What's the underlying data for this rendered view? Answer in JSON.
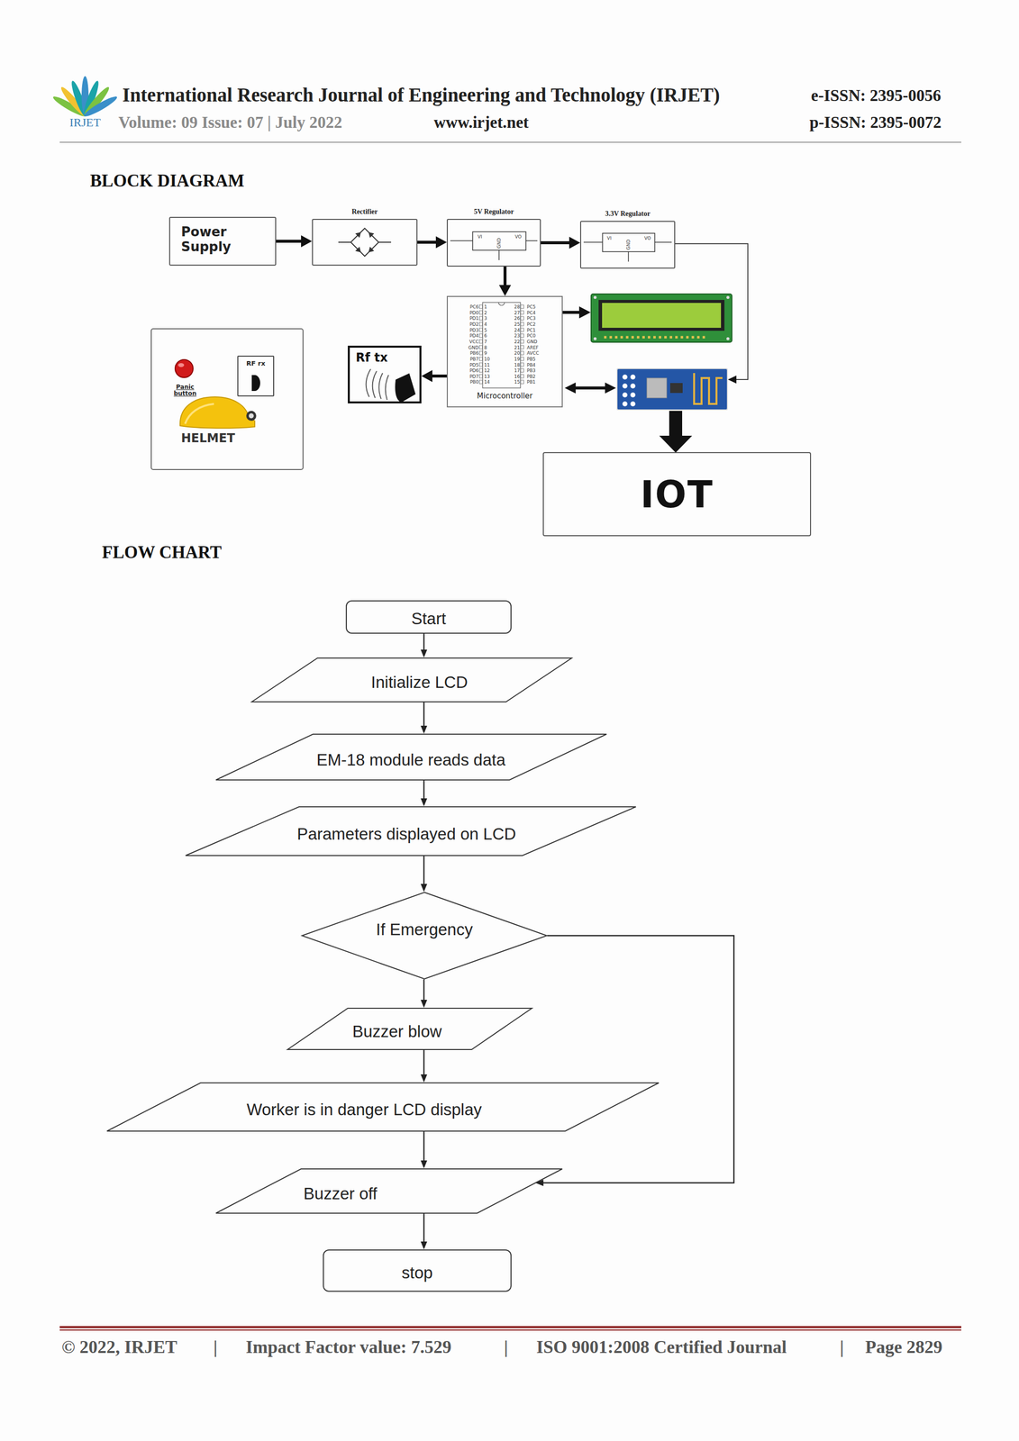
{
  "diagram": {
    "nodes": [
      {
        "text": [
          "Power Supply"
        ]
      },
      {
        "text": [
          "Rectifier"
        ]
      },
      {
        "text": [
          "5V Regulator"
        ]
      },
      {
        "text": [
          "3.3V Regulator"
        ]
      },
      {
        "text": [
          "Panic button",
          "HELMET"
        ]
      },
      {
        "text": [
          "RF rx"
        ],
        "in": 4
      },
      {
        "text": [
          "Rf tx"
        ]
      },
      {
        "text": [
          "Microcontroller"
        ]
      },
      {
        "text": [
          "IOT"
        ]
      },
      {
        "text": [
          "Start"
        ]
      },
      {
        "text": [
          "Initialize LCD"
        ]
      },
      {
        "text": [
          "EM-18 module reads data"
        ]
      },
      {
        "text": [
          "Parameters displayed on LCD"
        ]
      },
      {
        "text": [
          "If Emergency"
        ]
      },
      {
        "text": [
          "Buzzer blow"
        ]
      },
      {
        "text": [
          "Worker is in danger LCD display"
        ]
      },
      {
        "text": [
          "Buzzer off"
        ]
      },
      {
        "text": [
          "stop"
        ]
      }
    ],
    "edges": [
      {
        "from": 0,
        "to": 1,
        "arrow": "to"
      },
      {
        "from": 1,
        "to": 2,
        "arrow": "to"
      },
      {
        "from": 2,
        "to": 3,
        "arrow": "to"
      },
      {
        "from": 2,
        "to": 7,
        "arrow": "to"
      },
      {
        "from": 7,
        "to": 6,
        "arrow": "to"
      },
      {
        "from": 9,
        "to": 10,
        "arrow": "to"
      },
      {
        "from": 10,
        "to": 11,
        "arrow": "to"
      },
      {
        "from": 11,
        "to": 12,
        "arrow": "to"
      },
      {
        "from": 12,
        "to": 13,
        "arrow": "to"
      },
      {
        "from": 13,
        "to": 14,
        "arrow": "to"
      },
      {
        "from": 14,
        "to": 15,
        "arrow": "to"
      },
      {
        "from": 15,
        "to": 16,
        "arrow": "to"
      },
      {
        "from": 13,
        "to": 16,
        "arrow": "to"
      },
      {
        "from": 16,
        "to": 17,
        "arrow": "to"
      }
    ],
    "labels": [
      "IRJET",
      "International Research Journal of Engineering and Technology (IRJET)",
      "Volume: 09 Issue: 07 | July 2022",
      "www.irjet.net",
      "e-ISSN: 2395-0056",
      "p-ISSN: 2395-0072",
      "BLOCK DIAGRAM",
      "VI",
      "VO",
      "GND",
      "VI",
      "VO",
      "GND",
      "PC6",
      "1",
      "28",
      "PC5",
      "PD0",
      "2",
      "27",
      "PC4",
      "PD1",
      "3",
      "26",
      "PC3",
      "PD2",
      "4",
      "25",
      "PC2",
      "PD3",
      "5",
      "24",
      "PC1",
      "PD4",
      "6",
      "23",
      "PC0",
      "VCC",
      "7",
      "22",
      "GND",
      "GND",
      "8",
      "21",
      "AREF",
      "PB6",
      "9",
      "20",
      "AVCC",
      "PB7",
      "10",
      "19",
      "PB5",
      "PD5",
      "11",
      "18",
      "PB4",
      "PD6",
      "12",
      "17",
      "PB3",
      "PD7",
      "13",
      "16",
      "PB2",
      "PB0",
      "14",
      "15",
      "PB1",
      "FLOW CHART",
      "© 2022, IRJET",
      "|",
      "Impact Factor value: 7.529",
      "|",
      "ISO 9001:2008 Certified Journal",
      "|",
      "Page 2829"
    ]
  }
}
